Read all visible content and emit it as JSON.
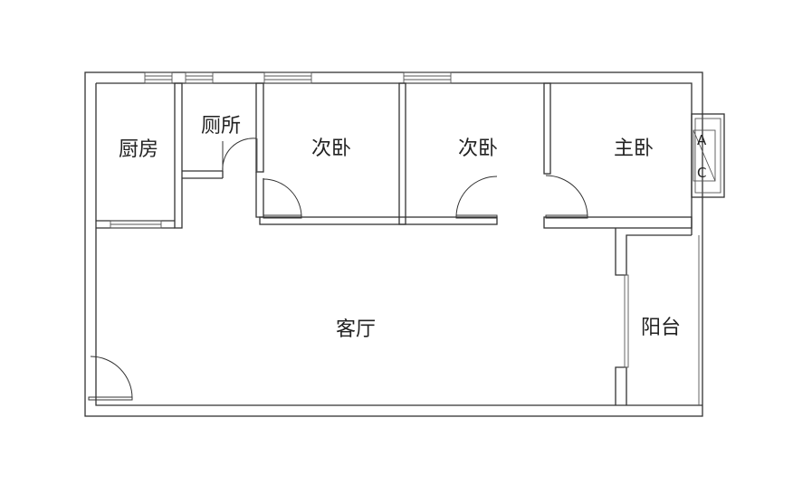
{
  "rooms": {
    "kitchen": "厨房",
    "toilet": "厕所",
    "bedroom_1": "次卧",
    "bedroom_2": "次卧",
    "master_bedroom": "主卧",
    "living_room": "客厅",
    "balcony": "阳台"
  },
  "ac_unit": {
    "top": "A",
    "bottom": "C"
  },
  "colors": {
    "line": "#333333",
    "background": "#ffffff"
  }
}
